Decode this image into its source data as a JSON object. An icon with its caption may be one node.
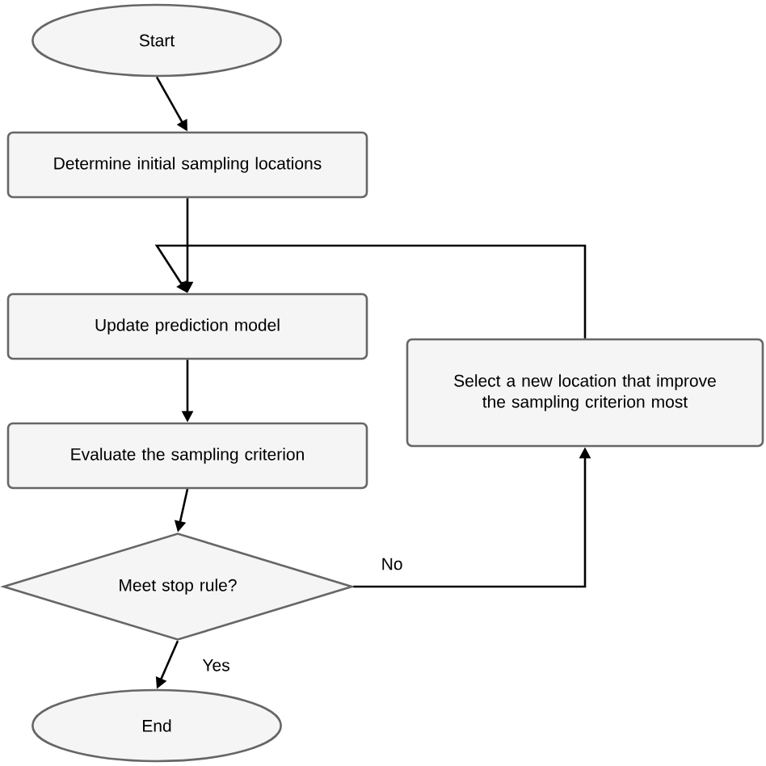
{
  "diagram": {
    "nodes": [
      {
        "text": [
          "Start"
        ]
      },
      {
        "text": [
          "Determine initial sampling locations"
        ]
      },
      {
        "text": [
          "Update prediction model"
        ]
      },
      {
        "text": [
          "Evaluate the sampling criterion"
        ]
      },
      {
        "text": [
          "Meet stop rule?"
        ]
      },
      {
        "text": [
          "End"
        ]
      },
      {
        "text": [
          "Select a new location that improve the sampling criterion most"
        ]
      }
    ],
    "edges": [
      {
        "from": 0,
        "to": 1,
        "arrow": "to"
      },
      {
        "from": 1,
        "to": 2,
        "arrow": "to"
      },
      {
        "from": 2,
        "to": 3,
        "arrow": "to"
      },
      {
        "from": 3,
        "to": 4,
        "arrow": "to"
      },
      {
        "from": 4,
        "to": 5,
        "arrow": "to",
        "label": "Yes"
      },
      {
        "from": 4,
        "to": 6,
        "arrow": "to",
        "label": "No"
      },
      {
        "from": 6,
        "to": 2,
        "arrow": "to"
      }
    ]
  }
}
